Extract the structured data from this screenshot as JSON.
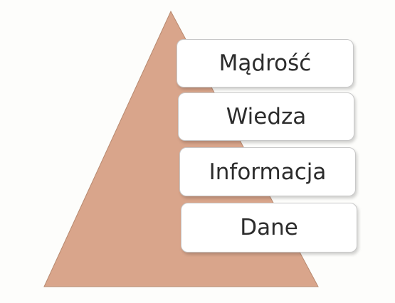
{
  "colors": {
    "pyramid_fill": "#d9a58b",
    "box_fill": "#ffffff",
    "text": "#2c2c2c"
  },
  "levels": [
    {
      "label": "Mądrość"
    },
    {
      "label": "Wiedza"
    },
    {
      "label": "Informacja"
    },
    {
      "label": "Dane"
    }
  ]
}
